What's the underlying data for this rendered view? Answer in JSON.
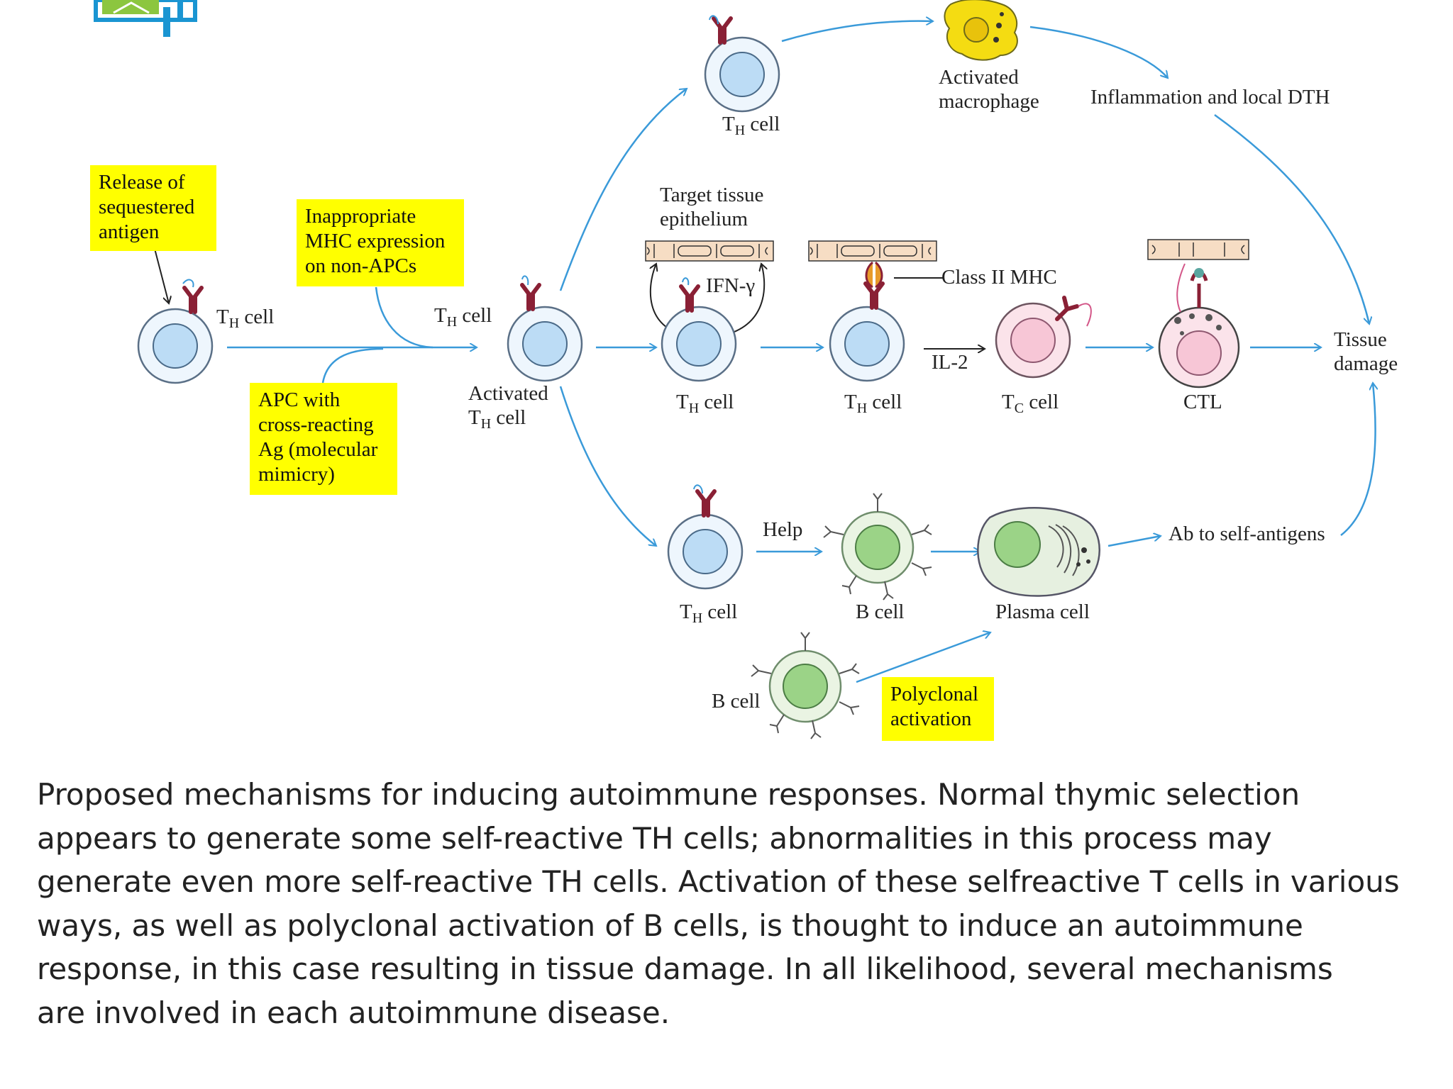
{
  "colors": {
    "highlight": "#ffff00",
    "arrow": "#3a9ad9",
    "th_cell": "#bcdcf5",
    "tc_cell": "#f7c6d6",
    "b_cell": "#9bd387",
    "macrophage": "#f4dc12",
    "receptor": "#8a2035",
    "logo": "#1a95d2"
  },
  "boxes": {
    "release": [
      "Release of",
      "sequestered",
      "antigen"
    ],
    "mhc": [
      "Inappropriate",
      "MHC expression",
      "on non-APCs"
    ],
    "apc": [
      "APC with",
      "cross-reacting",
      "Ag (molecular",
      "mimicry)"
    ],
    "polyclonal": [
      "Polyclonal",
      "activation"
    ]
  },
  "labels": {
    "th_main": "T",
    "th_sub": "H",
    "th_suffix": " cell",
    "tc_main": "T",
    "tc_sub": "C",
    "tc_suffix": " cell",
    "activated_line1": "Activated",
    "activated_macrophage_line2": "macrophage",
    "inflammation": "Inflammation and local DTH",
    "target_line1": "Target tissue",
    "target_line2": "epithelium",
    "ifn": "IFN-γ",
    "class2": "Class II MHC",
    "il2": "IL-2",
    "ctl": "CTL",
    "tissue_line1": "Tissue",
    "tissue_line2": "damage",
    "help": "Help",
    "b_cell": "B cell",
    "plasma_cell": "Plasma cell",
    "ab_self": "Ab to self-antigens"
  },
  "caption": [
    "Proposed mechanisms for inducing autoimmune responses. Normal thymic selection",
    "appears to generate some self-reactive TH cells; abnormalities in this process may",
    "generate even more self-reactive TH cells. Activation of these selfreactive T cells in various",
    "ways, as well as polyclonal activation of B cells, is thought to induce an autoimmune",
    "response, in this case resulting in tissue damage. In all likelihood, several mechanisms",
    "are involved in each autoimmune disease."
  ]
}
